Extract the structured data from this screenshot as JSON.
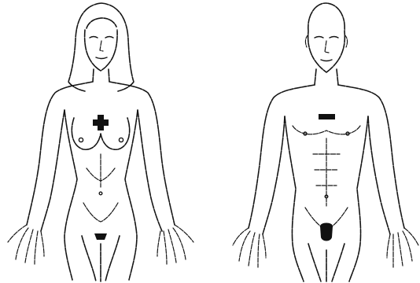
{
  "figures": [
    {
      "name": "female-figure",
      "symbol": "plus",
      "symbol_color": "#111111"
    },
    {
      "name": "male-figure",
      "symbol": "minus",
      "symbol_color": "#111111"
    }
  ],
  "colors": {
    "background": "#ffffff",
    "ink": "#151515"
  }
}
